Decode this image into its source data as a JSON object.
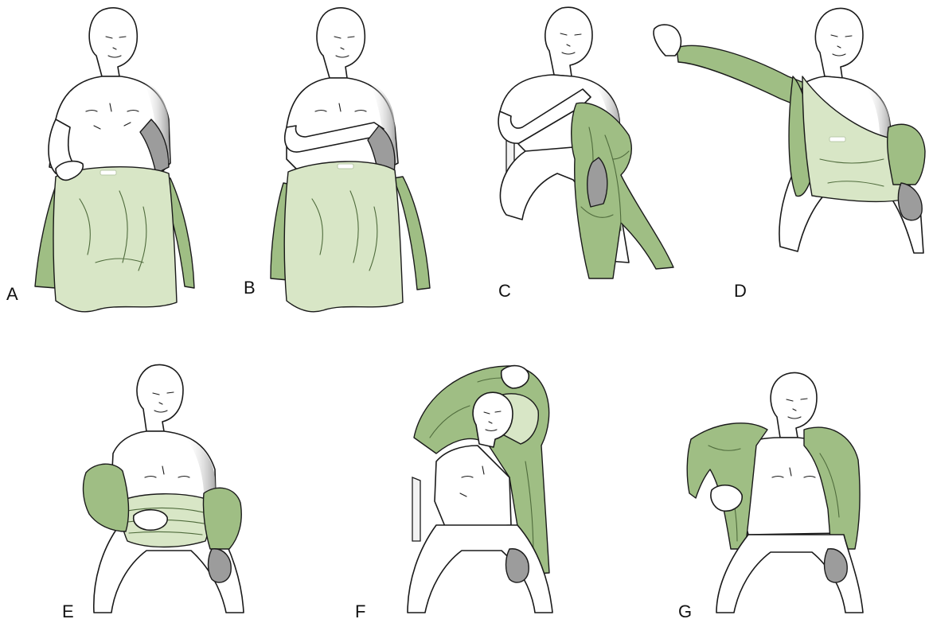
{
  "figure": {
    "panels": [
      {
        "id": "A",
        "label": "A"
      },
      {
        "id": "B",
        "label": "B"
      },
      {
        "id": "C",
        "label": "C"
      },
      {
        "id": "D",
        "label": "D"
      },
      {
        "id": "E",
        "label": "E"
      },
      {
        "id": "F",
        "label": "F"
      },
      {
        "id": "G",
        "label": "G"
      }
    ]
  },
  "colors": {
    "shirt_light": "#d8e6c6",
    "shirt_dark": "#9fbe84",
    "affected_limb": "#9c9c9c",
    "outline": "#1a1a1a",
    "background": "#ffffff"
  }
}
